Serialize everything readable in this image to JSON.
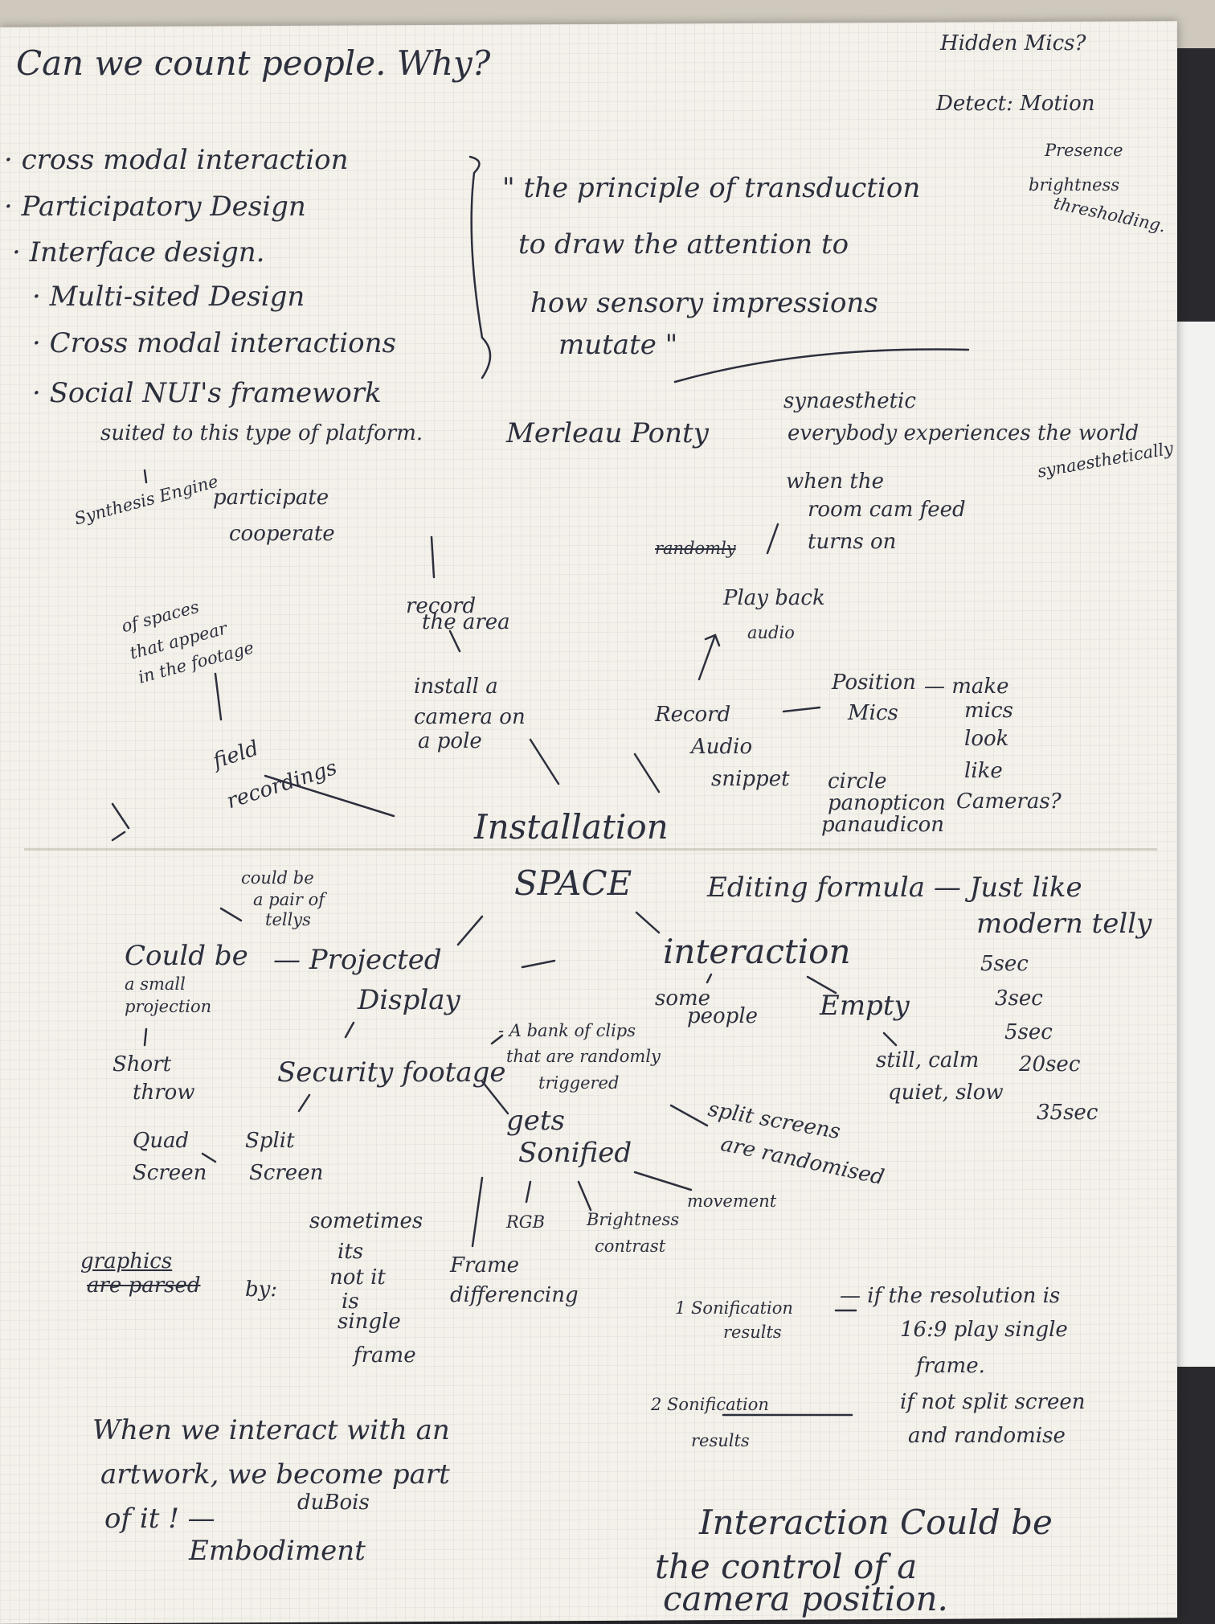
{
  "notes": {
    "title": "Can we count people. Why?",
    "hidden_mics": "Hidden Mics?",
    "detect": "Detect: Motion",
    "presence": "Presence",
    "brightness": "brightness",
    "thresholding": "thresholding.",
    "bullet1": "· cross modal interaction",
    "bullet2": "· Participatory Design",
    "bullet3": "· Interface design.",
    "bullet4": "· Multi-sited Design",
    "bullet5": "· Cross modal interactions",
    "bullet6": "· Social NUI's framework",
    "bullet6b": "suited to this type of platform.",
    "quote1": "\" the principle of transduction",
    "quote2": "to draw the attention to",
    "quote3": "how sensory impressions",
    "quote4": "mutate \"",
    "merleau": "Merleau Ponty",
    "syn1": "synaesthetic",
    "syn2": "everybody experiences the world",
    "syn3": "synaesthetically",
    "when1": "when the",
    "when2": "room cam feed",
    "when3": "turns on",
    "randomly": "randomly",
    "synthesis": "Synthesis Engine",
    "participate": "participate",
    "cooperate": "cooperate",
    "spaces1": "of spaces",
    "spaces2": "that appear",
    "spaces3": "in the footage",
    "record_area1": "record",
    "record_area2": "the area",
    "playback1": "Play back",
    "playback2": "audio",
    "install1": "install a",
    "install2": "camera on",
    "install3": "a pole",
    "record_audio1": "Record",
    "record_audio2": "Audio",
    "record_audio3": "snippet",
    "position1": "Position",
    "position2": "Mics",
    "make1": "— make",
    "make2": "mics",
    "make3": "look",
    "make4": "like",
    "make5": "Cameras?",
    "circle": "circle",
    "panopticon": "panopticon",
    "panaudicon": "panaudicon",
    "field1": "field",
    "field2": "recordings",
    "installation": "Installation",
    "space": "SPACE",
    "could_tellys1": "could be",
    "could_tellys2": "a pair of",
    "could_tellys3": "tellys",
    "editing": "Editing formula — Just like",
    "modern_telly": "modern telly",
    "could_be": "Could be",
    "small1": "a small",
    "small2": "projection",
    "projected": "— Projected",
    "display": "Display",
    "interaction": "interaction",
    "some1": "some",
    "some2": "people",
    "empty": "Empty",
    "t5a": "5sec",
    "t3": "3sec",
    "t5b": "5sec",
    "t20": "20sec",
    "t35": "35sec",
    "short1": "Short",
    "short2": "throw",
    "security": "Security footage",
    "bank1": "- A bank of clips",
    "bank2": "that are randomly",
    "bank3": "triggered",
    "still1": "still, calm",
    "still2": "quiet, slow",
    "gets1": "gets",
    "gets2": "Sonified",
    "quad1": "Quad",
    "quad2": "Screen",
    "split1": "Split",
    "split2": "Screen",
    "splits1": "split screens",
    "splits2": "are randomised",
    "movement": "movement",
    "rgb": "RGB",
    "bright1": "Brightness",
    "bright2": "contrast",
    "sometimes1": "sometimes",
    "sometimes2": "its",
    "sometimes3": "not it",
    "sometimes4": "is",
    "sometimes5": "single",
    "sometimes6": "frame",
    "graphics1": "graphics",
    "graphics2": "are parsed",
    "graphics3": "by:",
    "frame1": "Frame",
    "frame2": "differencing",
    "son1a": "1 Sonification",
    "son1b": "results",
    "son2a": "2 Sonification",
    "son2b": "results",
    "res1": "— if the resolution is",
    "res2": "16:9 play single",
    "res3": "frame.",
    "res4": "if not split screen",
    "res5": "and randomise",
    "interact1": "When we interact with an",
    "interact2": "artwork, we become part",
    "interact3": "of it ! —",
    "dubois": "duBois",
    "embodiment": "Embodiment",
    "control1": "Interaction Could be",
    "control2": "the control of a",
    "control3": "camera position."
  }
}
